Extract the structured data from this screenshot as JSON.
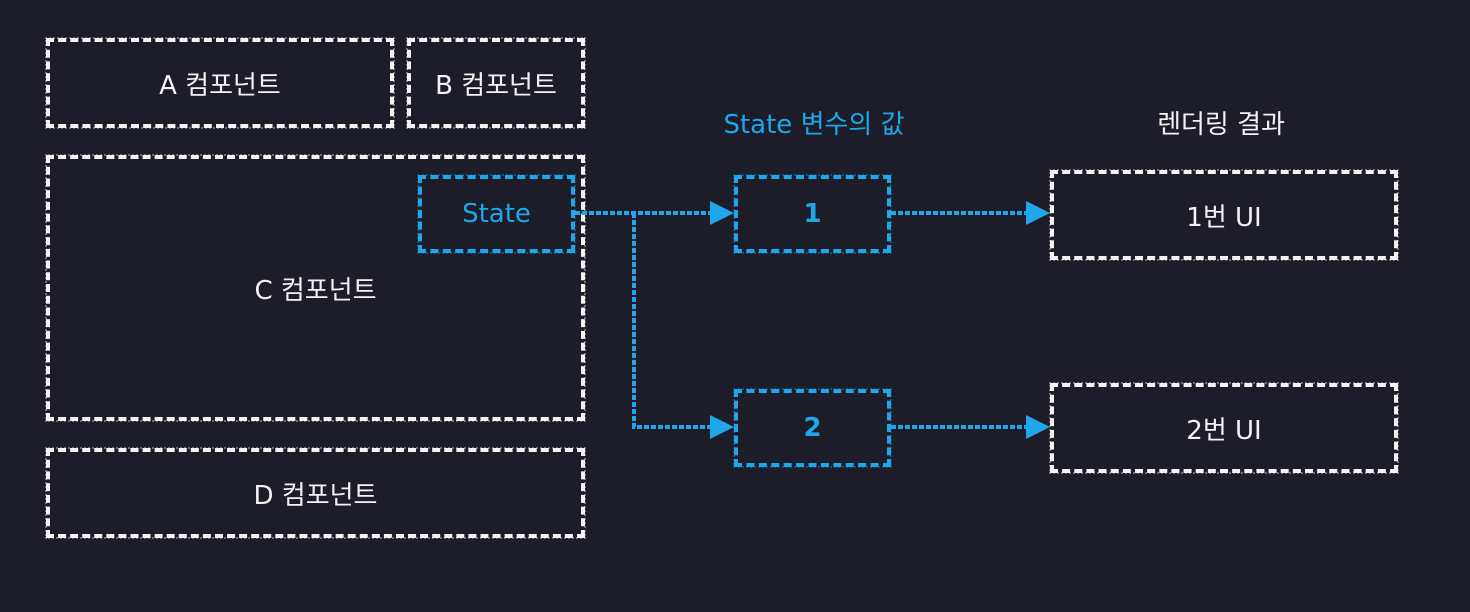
{
  "colors": {
    "background": "#1c1d29",
    "white": "#f2f2f2",
    "accent": "#1ea7ea"
  },
  "components": {
    "a": "A 컴포넌트",
    "b": "B 컴포넌트",
    "c": "C 컴포넌트",
    "d": "D 컴포넌트"
  },
  "state_box": "State",
  "headers": {
    "state_value": "State 변수의 값",
    "render_result": "렌더링 결과"
  },
  "values": [
    "1",
    "2"
  ],
  "results": [
    "1번 UI",
    "2번 UI"
  ]
}
